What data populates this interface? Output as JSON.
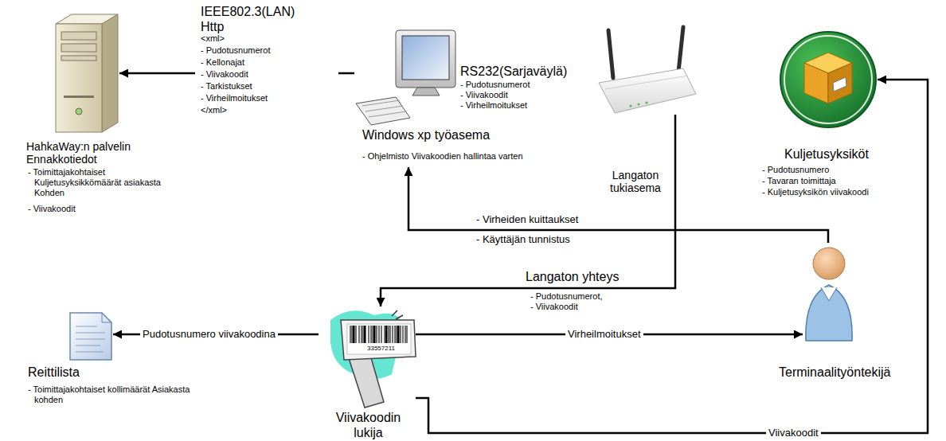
{
  "diagram": {
    "nodes": [
      {
        "text": [
          "HahkaWay:n palvelin Ennakkotiedot",
          "- Toimittajakohtaiset Kuljetusyksikkömäärät asiakasta Kohden",
          "- Viivakoodit"
        ]
      },
      {
        "text": [
          "Windows xp työasema",
          "- Ohjelmisto Viivakoodien hallintaa varten"
        ]
      },
      {
        "text": [
          "Langaton tukiasema"
        ]
      },
      {
        "text": [
          "Kuljetusyksiköt",
          "- Pudotusnumero",
          "- Tavaran toimittaja",
          "- Kuljetusyksikön viivakoodi"
        ]
      },
      {
        "text": [
          "Terminaalityöntekijä"
        ]
      },
      {
        "text": [
          "Reittilista",
          "- Toimittajakohtaiset kollimäärät Asiakasta kohden"
        ]
      },
      {
        "text": [
          "Viivakoodin lukija"
        ]
      }
    ],
    "edges": [
      {
        "from": 1,
        "to": 0,
        "arrow": "to",
        "label": "IEEE802.3(LAN) Http"
      },
      {
        "from": 4,
        "to": 1,
        "arrow": "to",
        "label": "- Virheiden kuittaukset"
      },
      {
        "from": 2,
        "to": 6,
        "arrow": "to",
        "label": "Langaton yhteys"
      },
      {
        "from": 6,
        "to": 5,
        "arrow": "to",
        "label": "Pudotusnumero viivakoodina"
      },
      {
        "from": 6,
        "to": 4,
        "arrow": "to",
        "label": "Virheilmoitukset"
      },
      {
        "from": 6,
        "to": 3,
        "arrow": "to",
        "label": "Viivakoodit"
      }
    ],
    "labels": [
      "<xml>",
      "- Pudotusnumerot",
      "- Kellonajat",
      "- Viivakoodit",
      "- Tarkistukset",
      "- Virheilmoitukset",
      "</xml>",
      "RS232(Sarjaväylä)",
      "- Pudotusnumerot",
      "- Viivakoodit",
      "- Virheilmoitukset",
      "- Käyttäjän tunnistus",
      "- Pudotusnumerot,",
      "- Viivakoodit",
      "33557211"
    ]
  }
}
